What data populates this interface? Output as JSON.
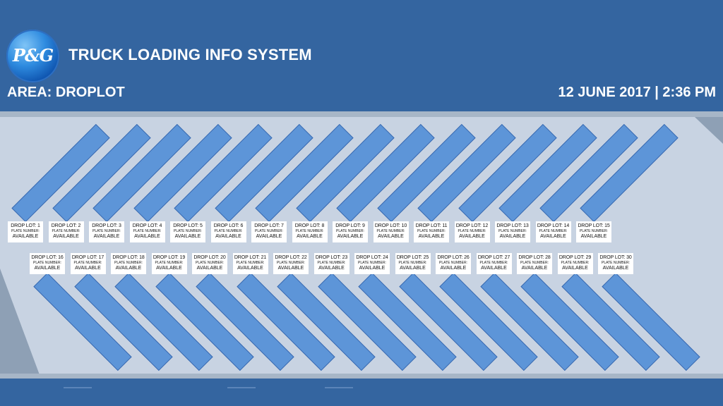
{
  "header": {
    "logo_text": "P&G",
    "title": "TRUCK LOADING INFO SYSTEM",
    "area": "AREA: DROPLOT",
    "datetime": "12 JUNE 2017 | 2:36 PM"
  },
  "lots": [
    {
      "name": "DROP LOT: 1",
      "plate_label": "PLATE NUMBER:",
      "status": "AVAILABLE"
    },
    {
      "name": "DROP LOT: 2",
      "plate_label": "PLATE NUMBER:",
      "status": "AVAILABLE"
    },
    {
      "name": "DROP LOT: 3",
      "plate_label": "PLATE NUMBER:",
      "status": "AVAILABLE"
    },
    {
      "name": "DROP LOT: 4",
      "plate_label": "PLATE NUMBER:",
      "status": "AVAILABLE"
    },
    {
      "name": "DROP LOT: 5",
      "plate_label": "PLATE NUMBER:",
      "status": "AVAILABLE"
    },
    {
      "name": "DROP LOT: 6",
      "plate_label": "PLATE NUMBER:",
      "status": "AVAILABLE"
    },
    {
      "name": "DROP LOT: 7",
      "plate_label": "PLATE NUMBER:",
      "status": "AVAILABLE"
    },
    {
      "name": "DROP LOT: 8",
      "plate_label": "PLATE NUMBER:",
      "status": "AVAILABLE"
    },
    {
      "name": "DROP LOT: 9",
      "plate_label": "PLATE NUMBER:",
      "status": "AVAILABLE"
    },
    {
      "name": "DROP LOT: 10",
      "plate_label": "PLATE NUMBER:",
      "status": "AVAILABLE"
    },
    {
      "name": "DROP LOT: 11",
      "plate_label": "PLATE NUMBER:",
      "status": "AVAILABLE"
    },
    {
      "name": "DROP LOT: 12",
      "plate_label": "PLATE NUMBER:",
      "status": "AVAILABLE"
    },
    {
      "name": "DROP LOT: 13",
      "plate_label": "PLATE NUMBER:",
      "status": "AVAILABLE"
    },
    {
      "name": "DROP LOT: 14",
      "plate_label": "PLATE NUMBER:",
      "status": "AVAILABLE"
    },
    {
      "name": "DROP LOT: 15",
      "plate_label": "PLATE NUMBER:",
      "status": "AVAILABLE"
    },
    {
      "name": "DROP LOT: 16",
      "plate_label": "PLATE NUMBER:",
      "status": "AVAILABLE"
    },
    {
      "name": "DROP LOT: 17",
      "plate_label": "PLATE NUMBER:",
      "status": "AVAILABLE"
    },
    {
      "name": "DROP LOT: 18",
      "plate_label": "PLATE NUMBER:",
      "status": "AVAILABLE"
    },
    {
      "name": "DROP LOT: 19",
      "plate_label": "PLATE NUMBER:",
      "status": "AVAILABLE"
    },
    {
      "name": "DROP LOT: 20",
      "plate_label": "PLATE NUMBER:",
      "status": "AVAILABLE"
    },
    {
      "name": "DROP LOT: 21",
      "plate_label": "PLATE NUMBER:",
      "status": "AVAILABLE"
    },
    {
      "name": "DROP LOT: 22",
      "plate_label": "PLATE NUMBER:",
      "status": "AVAILABLE"
    },
    {
      "name": "DROP LOT: 23",
      "plate_label": "PLATE NUMBER:",
      "status": "AVAILABLE"
    },
    {
      "name": "DROP LOT: 24",
      "plate_label": "PLATE NUMBER:",
      "status": "AVAILABLE"
    },
    {
      "name": "DROP LOT: 25",
      "plate_label": "PLATE NUMBER:",
      "status": "AVAILABLE"
    },
    {
      "name": "DROP LOT: 26",
      "plate_label": "PLATE NUMBER:",
      "status": "AVAILABLE"
    },
    {
      "name": "DROP LOT: 27",
      "plate_label": "PLATE NUMBER:",
      "status": "AVAILABLE"
    },
    {
      "name": "DROP LOT: 28",
      "plate_label": "PLATE NUMBER:",
      "status": "AVAILABLE"
    },
    {
      "name": "DROP LOT: 29",
      "plate_label": "PLATE NUMBER:",
      "status": "AVAILABLE"
    },
    {
      "name": "DROP LOT: 30",
      "plate_label": "PLATE NUMBER:",
      "status": "AVAILABLE"
    }
  ],
  "colors": {
    "header_bg": "#3465a0",
    "yard_floor": "#c8d3e2",
    "bay_fill": "#5d95d8",
    "card_bg": "#ffffff"
  }
}
